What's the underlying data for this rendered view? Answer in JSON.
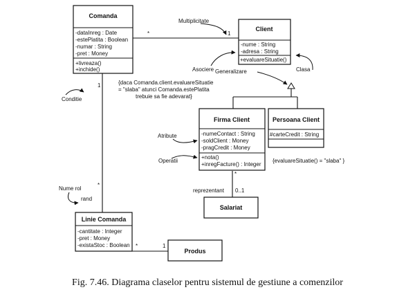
{
  "classes": {
    "comanda": {
      "name": "Comanda",
      "attributes": [
        "-dataInreg : Date",
        "-estePlatita : Boolean",
        "-numar : String",
        "-pret : Money"
      ],
      "operations": [
        "+livreaza()",
        "+inchide()"
      ]
    },
    "client": {
      "name": "Client",
      "attributes": [
        "-nume : String",
        "-adresa : String"
      ],
      "operations": [
        "+evaluareSituatie()"
      ]
    },
    "firma_client": {
      "name": "Firma Client",
      "attributes": [
        "-numeContact : String",
        "-soldClient : Money",
        "-pragCredit : Money"
      ],
      "operations": [
        "+nota()",
        "+inregFacture() : Integer"
      ]
    },
    "persoana_client": {
      "name": "Persoana Client",
      "attributes": [
        "#carteCredit : String"
      ],
      "operations": []
    },
    "salariat": {
      "name": "Salariat"
    },
    "linie_comanda": {
      "name": "Linie Comanda",
      "attributes": [
        "-cantitate : Integer",
        "-pret : Money",
        "-existaStoc : Boolean"
      ],
      "operations": []
    },
    "produs": {
      "name": "Produs"
    }
  },
  "multiplicities": {
    "comanda_client_star": "*",
    "comanda_client_one": "1",
    "comanda_linie_one": "1",
    "comanda_linie_star": "*",
    "linie_produs_star": "*",
    "linie_produs_one": "1",
    "firma_salariat_star": "*",
    "firma_salariat_range": "0..1"
  },
  "annotations": {
    "multiplicitate": "Multiplicitate",
    "asociere": "Asociere",
    "generalizare": "Generalizare",
    "clasa": "Clasa",
    "conditie": "Conditie",
    "constraint_line1": "{daca Comanda.client.evaluareSituatie",
    "constraint_line2": "= \"slaba\" atunci Comanda.estePlatita",
    "constraint_line3": "trebuie sa fie adevarat}",
    "atribute": "Atribute",
    "operatii": "Operatii",
    "persoana_constraint": "{evaluareSituatie() = \"slaba\" }",
    "reprezentant": "reprezentant",
    "nume_rol": "Nume rol",
    "rand": "rand"
  },
  "caption": "Fig. 7.46. Diagrama claselor pentru sistemul de gestiune a comenzilor"
}
